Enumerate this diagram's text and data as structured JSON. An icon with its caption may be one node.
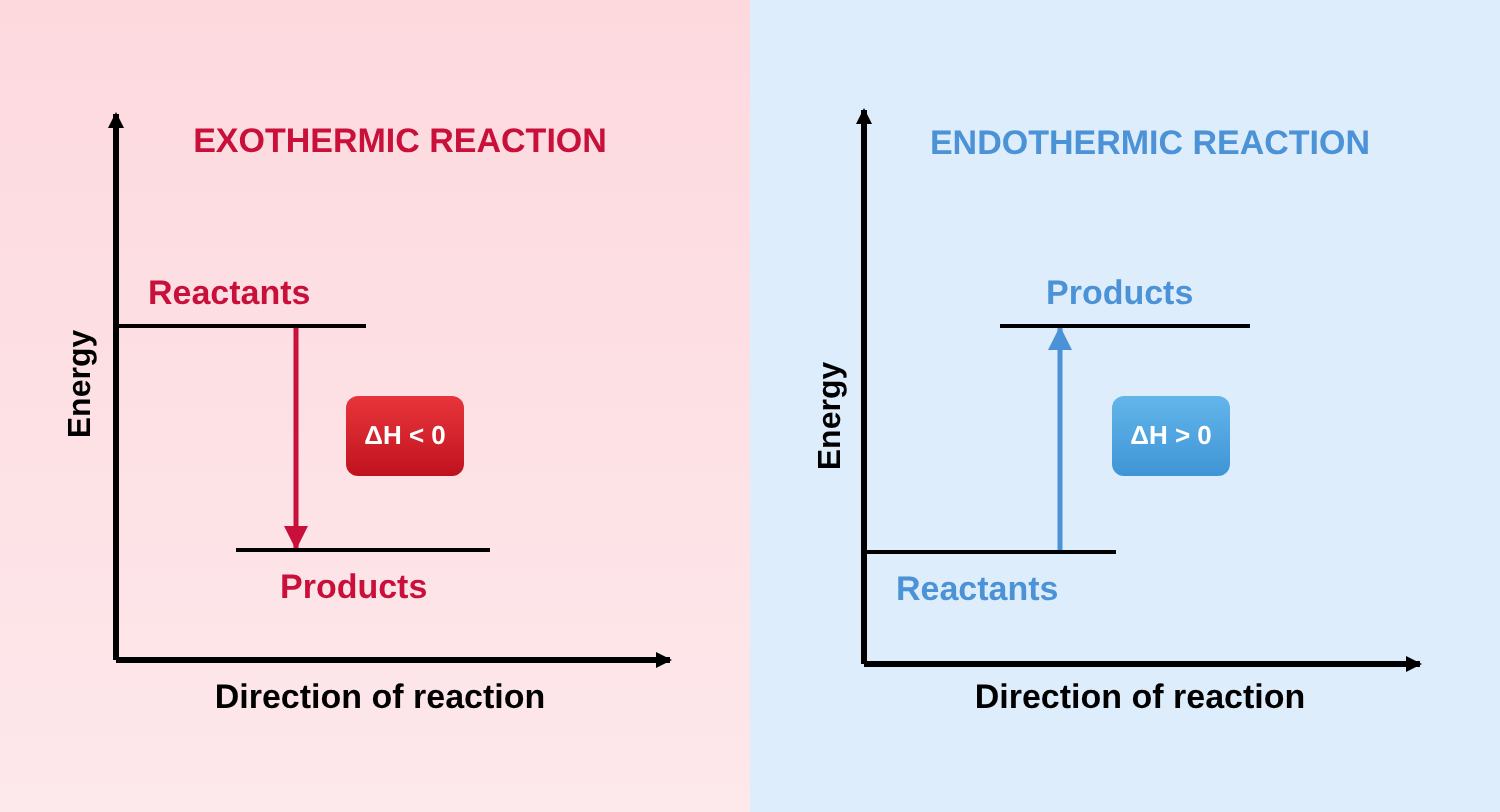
{
  "diagram": {
    "nodes": [
      {
        "text": [
          "Reactants"
        ]
      },
      {
        "text": [
          "Products"
        ]
      },
      {
        "text": [
          "ΔH < 0"
        ]
      },
      {
        "text": [
          "Products"
        ]
      },
      {
        "text": [
          "Reactants"
        ]
      },
      {
        "text": [
          "ΔH > 0"
        ]
      }
    ],
    "edges": [
      {
        "from": 0,
        "to": 1,
        "arrow": "to",
        "color": "#c8103a"
      },
      {
        "from": 4,
        "to": 3,
        "arrow": "to",
        "color": "#4b92d6"
      }
    ],
    "labels": [
      "EXOTHERMIC REACTION",
      "Energy",
      "Direction of reaction",
      "ENDOTHERMIC REACTION",
      "Energy",
      "Direction of reaction"
    ]
  }
}
